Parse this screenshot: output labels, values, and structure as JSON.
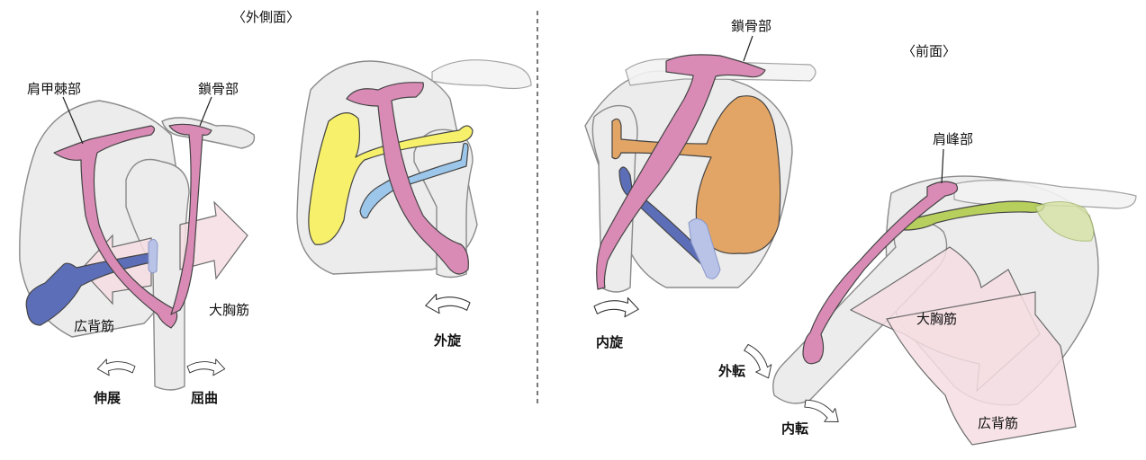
{
  "colors": {
    "muscle_pink": "#d98bb6",
    "muscle_blue": "#5d6eb8",
    "muscle_yellow": "#f7f06a",
    "muscle_lightblue": "#9cc6ea",
    "muscle_orange": "#e2a565",
    "muscle_green": "#b7cf5c",
    "arrow_pink": "#f6dfe3"
  },
  "left_panel": {
    "view_title": "〈外側面〉",
    "labels": {
      "scapular_spine_part": "肩甲棘部",
      "clavicular_part": "鎖骨部",
      "latissimus_dorsi": "広背筋",
      "pectoralis_major": "大胸筋"
    },
    "motions": {
      "extension": "伸展",
      "flexion": "屈曲",
      "external_rotation": "外旋"
    }
  },
  "right_panel": {
    "view_title": "〈前面〉",
    "labels": {
      "clavicular_part": "鎖骨部",
      "acromial_part": "肩峰部",
      "pectoralis_major": "大胸筋",
      "latissimus_dorsi": "広背筋"
    },
    "motions": {
      "internal_rotation": "内旋",
      "abduction": "外転",
      "adduction": "内転"
    }
  }
}
